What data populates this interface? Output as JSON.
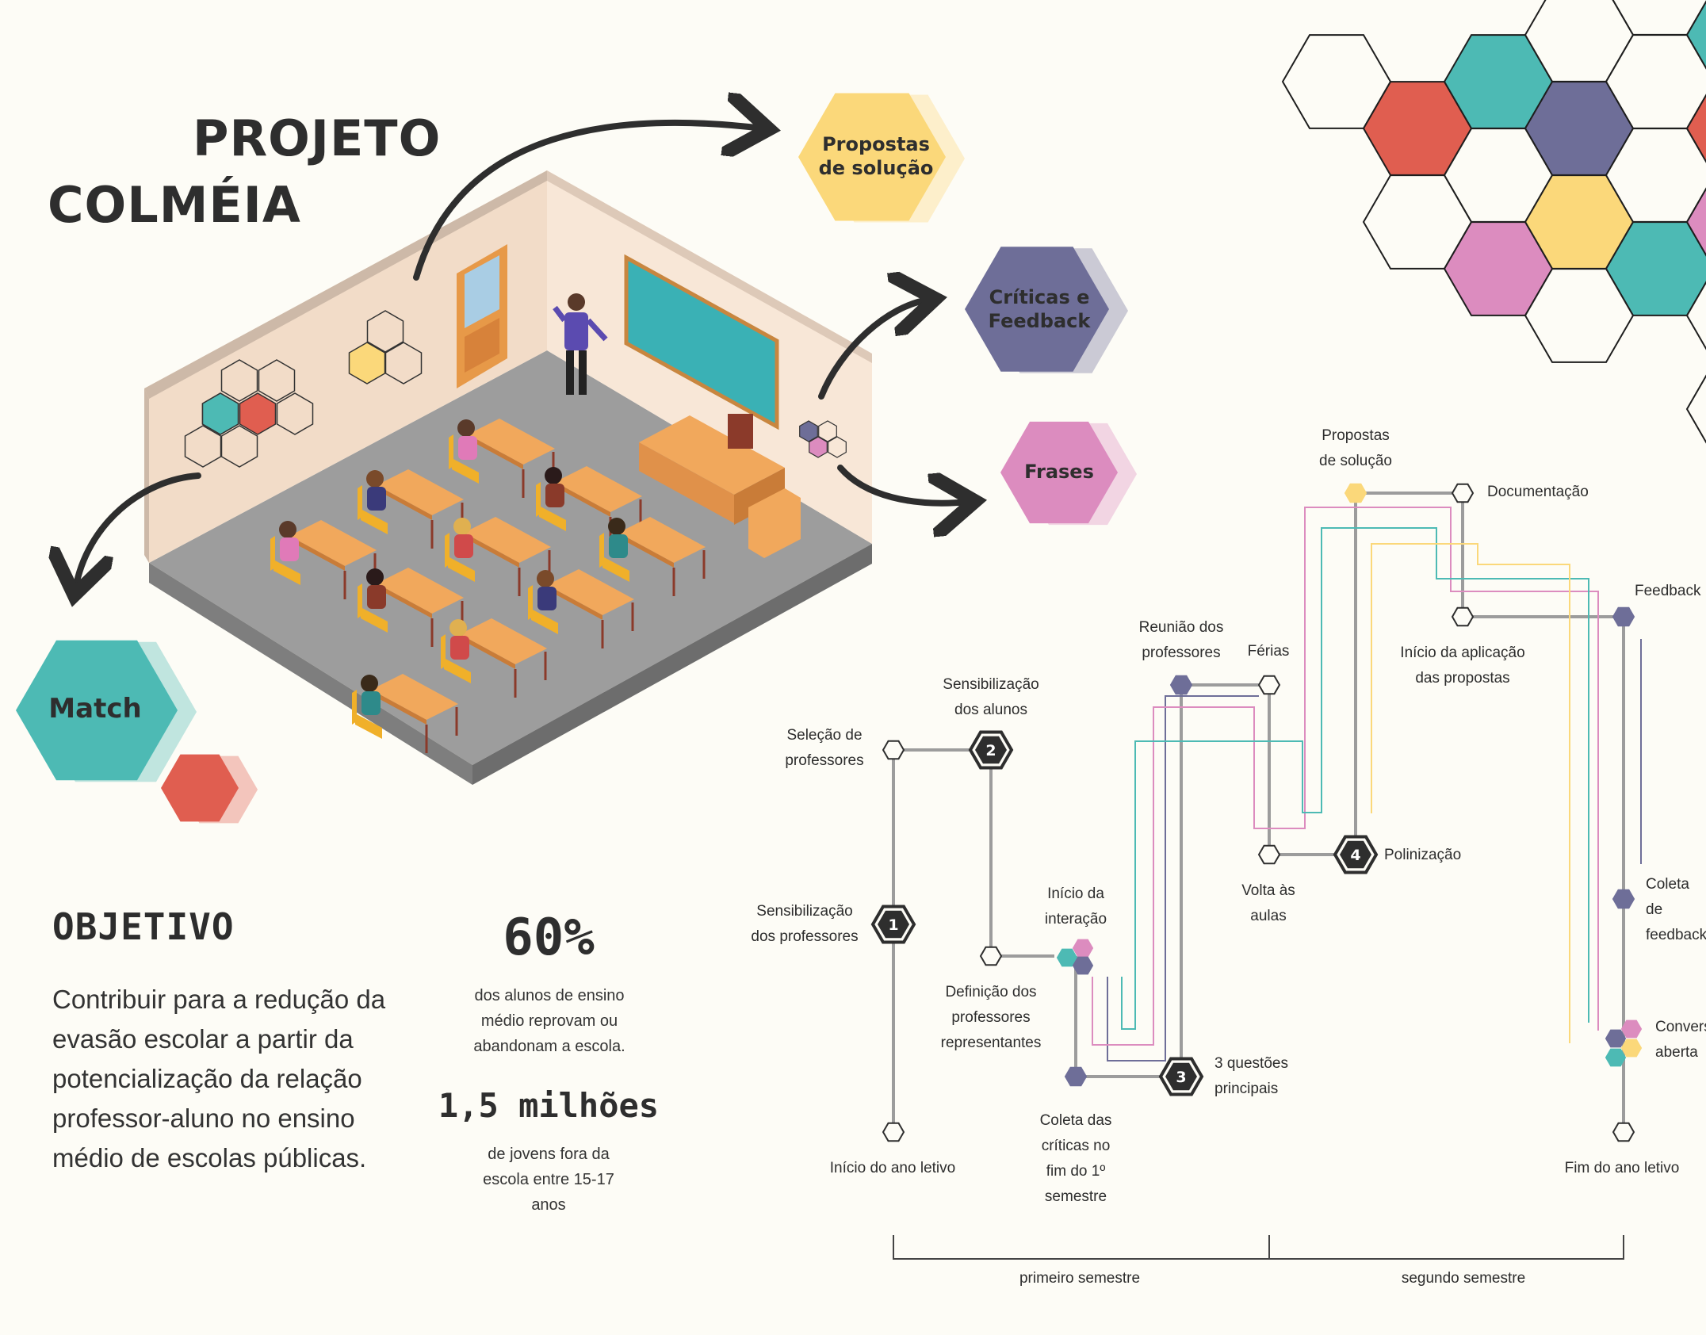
{
  "title": {
    "line1": "PROJETO",
    "line2": "COLMÉIA"
  },
  "colors": {
    "teal": "#4dbab4",
    "red": "#e05e50",
    "purple": "#6e6e98",
    "yellow": "#fbd87a",
    "pink": "#dc8cbf",
    "dark": "#2e2e2e",
    "floor": "#9a9a9a",
    "wall": "#f7e6d6"
  },
  "hex_labels": {
    "propostas": "Propostas\nde solução",
    "criticas": "Críticas e\nFeedback",
    "frases": "Frases",
    "match": "Match"
  },
  "objetivo": {
    "heading": "OBJETIVO",
    "text": "Contribuir para a redução da evasão escolar a partir da potencialização da relação professor-aluno no ensino médio de escolas públicas."
  },
  "stats": [
    {
      "value": "60%",
      "desc": "dos alunos de ensino médio reprovam ou abandonam a escola."
    },
    {
      "value": "1,5 milhões",
      "desc": "de jovens fora da escola entre 15-17 anos"
    }
  ],
  "timeline": {
    "labels": {
      "selecao": "Seleção de\nprofessores",
      "sens_alunos": "Sensibilização\ndos alunos",
      "sens_prof": "Sensibilização\ndos professores",
      "inicio_ano": "Início do ano letivo",
      "definicao": "Definição dos\nprofessores\nrepresentantes",
      "inicio_interacao": "Início da\ninteração",
      "coleta_criticas": "Coleta das\ncríticas no\nfim do 1º\nsemestre",
      "tres_questoes": "3 questões\nprincipais",
      "reuniao": "Reunião dos\nprofessores",
      "ferias": "Férias",
      "volta": "Volta às\naulas",
      "polinizacao": "Polinização",
      "propostas": "Propostas\nde solução",
      "documentacao": "Documentação",
      "inicio_aplicacao": "Início da aplicação\ndas propostas",
      "feedback": "Feedback",
      "coleta_feedback": "Coleta de\nfeedback",
      "conversa": "Conversa\naberta",
      "fim_ano": "Fim do ano letivo"
    },
    "steps": [
      "1",
      "2",
      "3",
      "4"
    ],
    "semesters": [
      "primeiro semestre",
      "segundo semestre"
    ]
  }
}
